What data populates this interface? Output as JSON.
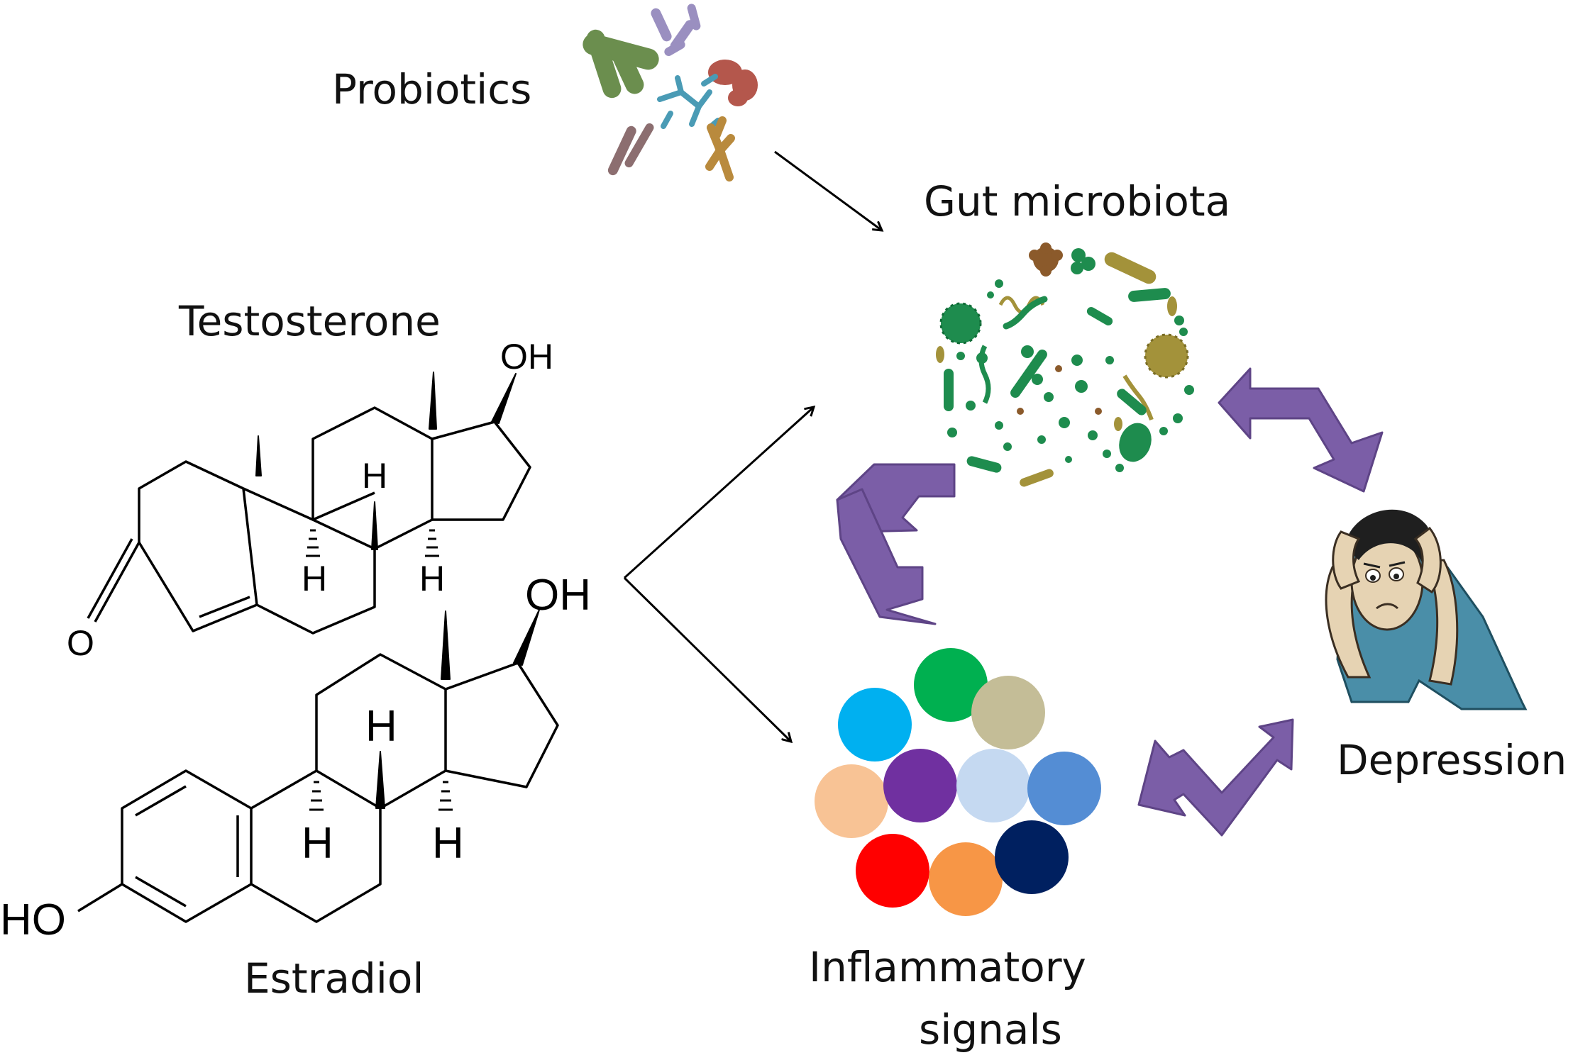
{
  "labels": {
    "probiotics": "Probiotics",
    "gut_microbiota": "Gut microbiota",
    "testosterone": "Testosterone",
    "estradiol": "Estradiol",
    "inflammatory_line1": "Inflammatory",
    "inflammatory_line2": "signals",
    "depression": "Depression"
  },
  "chem_atoms": {
    "oh": "OH",
    "h": "H",
    "o": "O",
    "ho": "HO"
  },
  "colors": {
    "arrow_purple": "#7B5EA7",
    "arrow_purple_edge": "#5E4486",
    "microbe_green": "#1E8C4E",
    "microbe_dark_green": "#0F6B36",
    "microbe_brown": "#8B5A2B",
    "microbe_olive": "#A3923A",
    "probiotic_green": "#6B8E4E",
    "probiotic_lilac": "#9A8FC0",
    "probiotic_red": "#B4574C",
    "probiotic_teal": "#4A9BB5",
    "probiotic_mauve": "#8C6E70",
    "probiotic_tan": "#B98A3D",
    "shirt_blue": "#4A8EA8"
  },
  "inflammatory_dots": [
    {
      "color": "#00B050"
    },
    {
      "color": "#00B0F0"
    },
    {
      "color": "#C4BD97"
    },
    {
      "color": "#F8C395"
    },
    {
      "color": "#7030A0"
    },
    {
      "color": "#C5D9F1"
    },
    {
      "color": "#548DD4"
    },
    {
      "color": "#FF0000"
    },
    {
      "color": "#F79646"
    },
    {
      "color": "#002060"
    }
  ]
}
